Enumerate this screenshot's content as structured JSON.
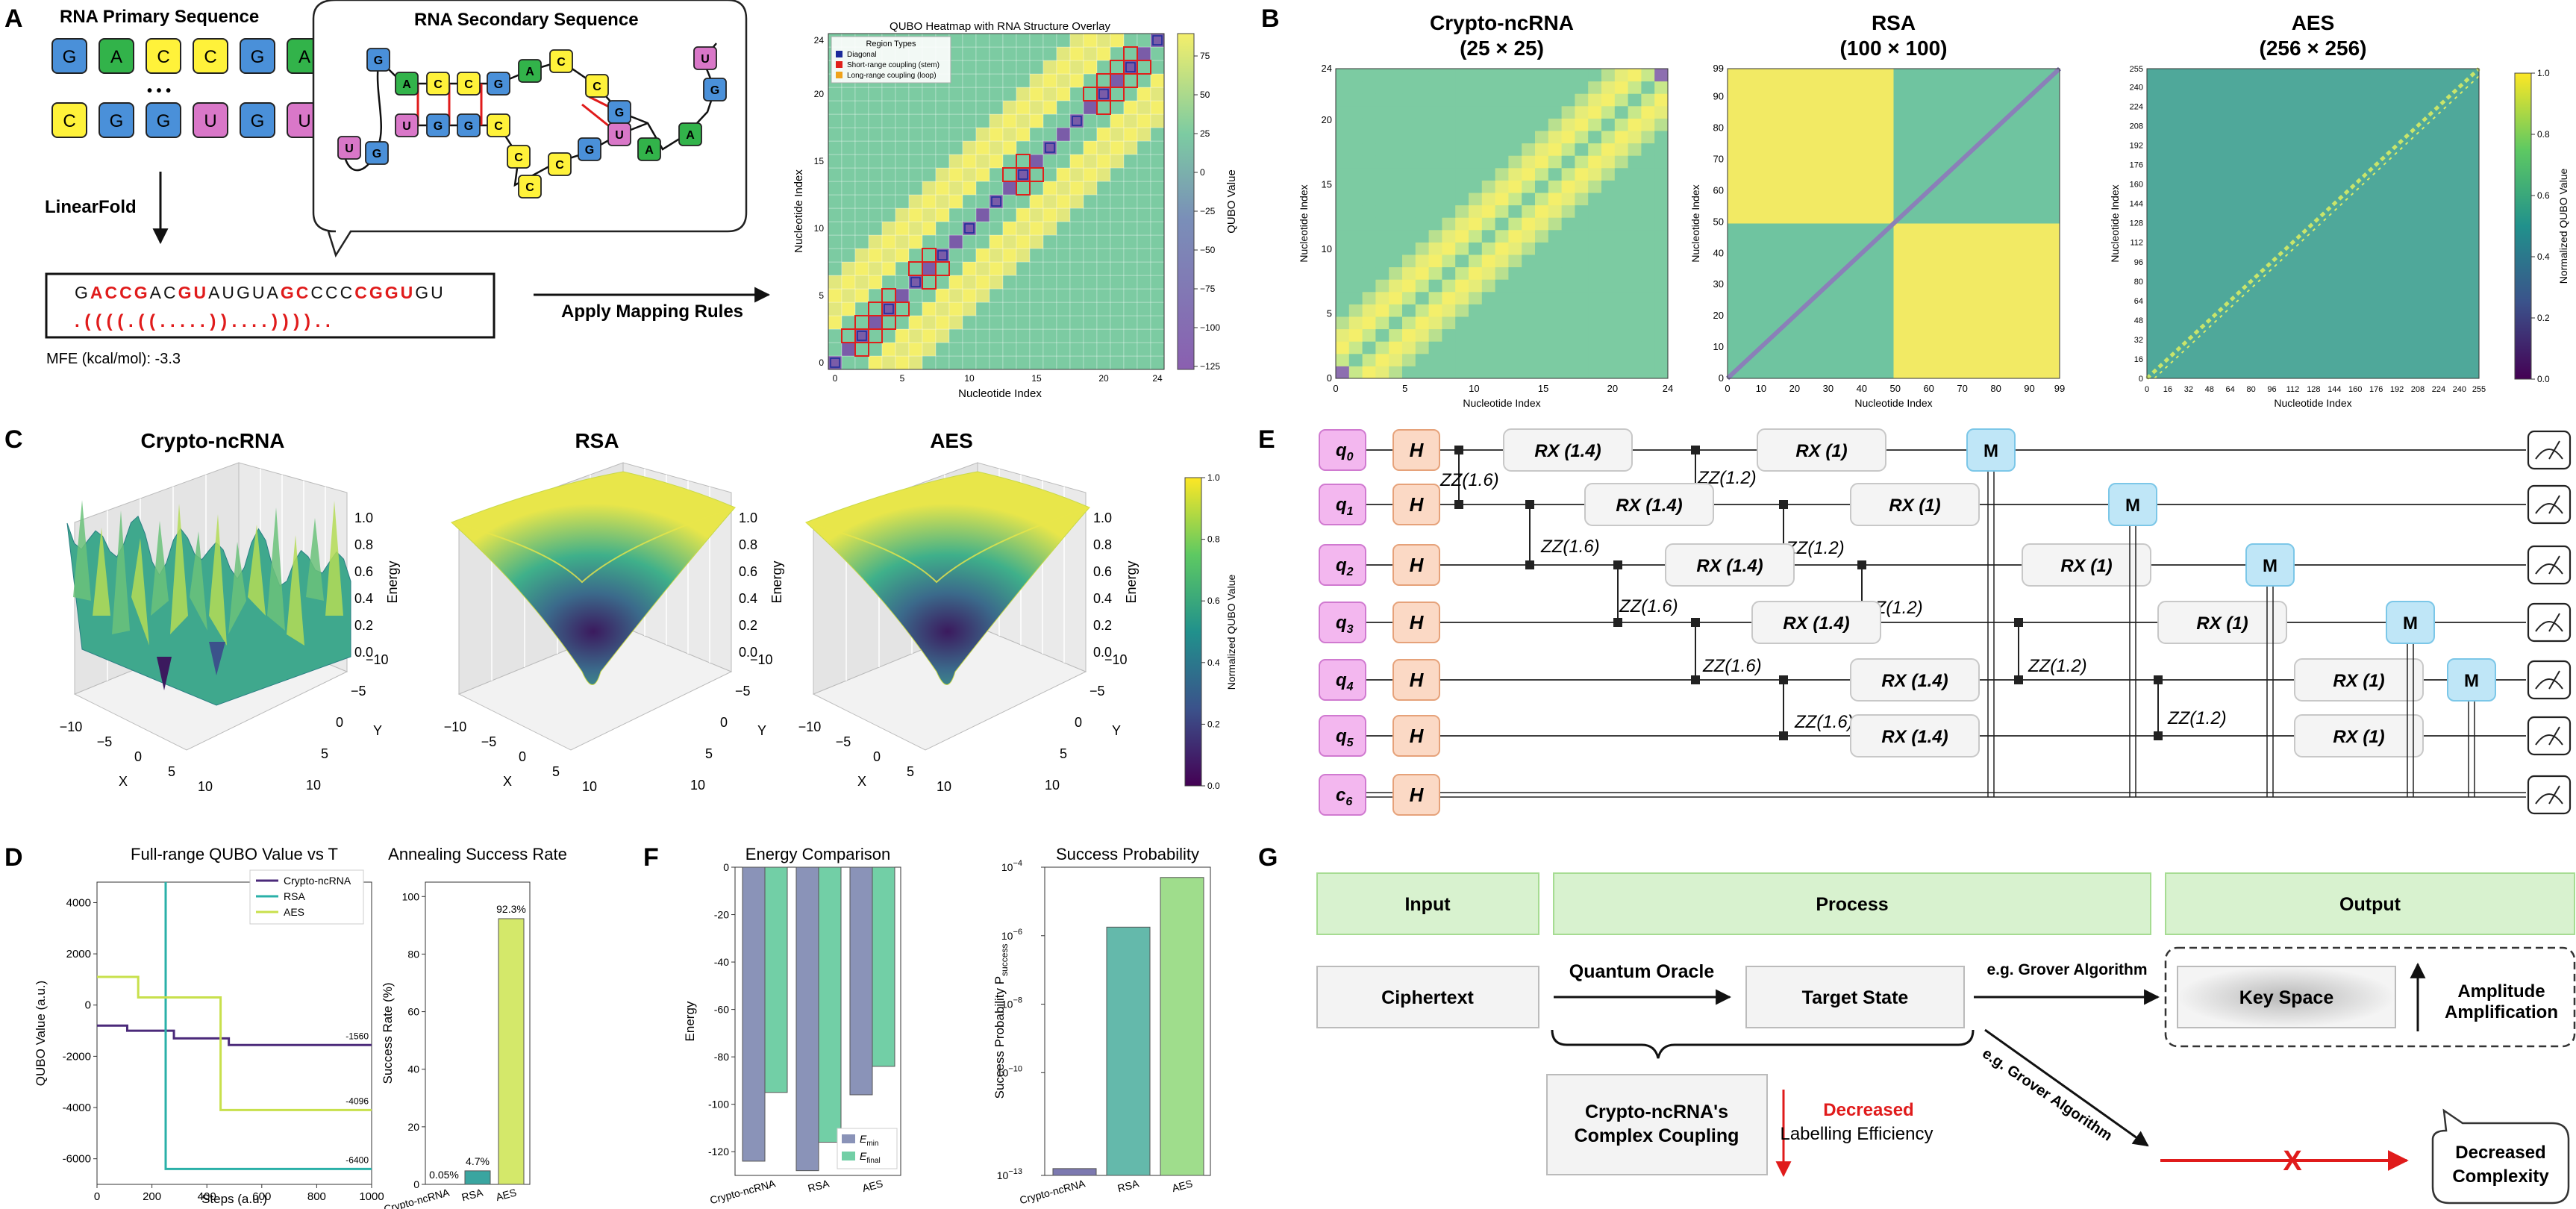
{
  "colors": {
    "viridis": [
      "#440154",
      "#3b528b",
      "#21918c",
      "#5ec962",
      "#fde725"
    ],
    "grid_green": "#7ccba2",
    "grid_yellow": "#f6ef6b",
    "grid_purple": "#8d6fb0"
  },
  "panel_labels": {
    "A": "A",
    "B": "B",
    "C": "C",
    "D": "D",
    "E": "E",
    "F": "F",
    "G": "G"
  },
  "panelA": {
    "primary_title": "RNA Primary Sequence",
    "row1": [
      "G",
      "A",
      "C",
      "C",
      "G",
      "A"
    ],
    "row2": [
      "C",
      "G",
      "G",
      "U",
      "G",
      "U"
    ],
    "ellipsis": "• • •",
    "linearfold": "LinearFold",
    "secondary_title": "RNA Secondary Sequence",
    "sequence": [
      {
        "t": "G",
        "r": false
      },
      {
        "t": "ACCG",
        "r": true
      },
      {
        "t": "AC",
        "r": false
      },
      {
        "t": "GU",
        "r": true
      },
      {
        "t": "AUGUA",
        "r": false
      },
      {
        "t": "GC",
        "r": true
      },
      {
        "t": "CCC",
        "r": false
      },
      {
        "t": "CGGU",
        "r": true
      },
      {
        "t": "GU",
        "r": false
      }
    ],
    "dotbracket": ". ( ( ( ( . ( ( . . . . . ) ) . . . . ) ) ) ) . .",
    "mfe": "MFE (kcal/mol): -3.3",
    "apply": "Apply Mapping Rules",
    "heatmap_title": "QUBO Heatmap with RNA Structure Overlay",
    "heatmap_xlabel": "Nucleotide Index",
    "heatmap_ylabel": "Nucleotide Index",
    "legend_title": "Region Types",
    "legend": [
      "Diagonal",
      "Short-range coupling (stem)",
      "Long-range coupling (loop)"
    ],
    "colorbar_label": "QUBO Value",
    "colorbar_ticks": [
      "75",
      "50",
      "25",
      "0",
      "−25",
      "−50",
      "−75",
      "−100",
      "−125"
    ],
    "ticks": [
      "0",
      "5",
      "10",
      "15",
      "20",
      "24"
    ]
  },
  "panelB": {
    "titles": [
      [
        "Crypto-ncRNA",
        "(25 × 25)"
      ],
      [
        "RSA",
        "(100 × 100)"
      ],
      [
        "AES",
        "(256 × 256)"
      ]
    ],
    "xlabel": "Nucleotide Index",
    "ylabel": "Nucleotide Index",
    "ticks_crypto": [
      "0",
      "5",
      "10",
      "15",
      "20",
      "24"
    ],
    "ticks_rsa": [
      "0",
      "10",
      "20",
      "30",
      "40",
      "50",
      "60",
      "70",
      "80",
      "90",
      "99"
    ],
    "ticks_aes": [
      "0",
      "16",
      "32",
      "48",
      "64",
      "80",
      "96",
      "112",
      "128",
      "144",
      "160",
      "176",
      "192",
      "208",
      "224",
      "240",
      "255"
    ],
    "colorbar_label": "Normalized QUBO Value",
    "colorbar_ticks": [
      "1.0",
      "0.8",
      "0.6",
      "0.4",
      "0.2",
      "0.0"
    ]
  },
  "panelC": {
    "titles": [
      "Crypto-ncRNA",
      "RSA",
      "AES"
    ],
    "xlabel": "X",
    "ylabel": "Y",
    "zlabel": "Energy",
    "xticks": [
      "−10",
      "−5",
      "0",
      "5",
      "10"
    ],
    "yticks": [
      "−10",
      "−5",
      "0",
      "5",
      "10"
    ],
    "zticks": [
      "0.0",
      "0.2",
      "0.4",
      "0.6",
      "0.8",
      "1.0"
    ],
    "colorbar_label": "Normalized QUBO Value",
    "colorbar_ticks": [
      "1.0",
      "0.8",
      "0.6",
      "0.4",
      "0.2",
      "0.0"
    ]
  },
  "chart_data": [
    {
      "type": "line",
      "title": "Full-range QUBO Value vs T",
      "xlabel": "Steps (a.u.)",
      "ylabel": "QUBO Value (a.u.)",
      "xlim": [
        0,
        1000
      ],
      "ylim": [
        -7000,
        4800
      ],
      "xticks": [
        0,
        200,
        400,
        600,
        800,
        1000
      ],
      "yticks": [
        -6000,
        -4000,
        -2000,
        0,
        2000,
        4000
      ],
      "series": [
        {
          "name": "Crypto-ncRNA",
          "color": "#4b2a7a",
          "points": [
            [
              0,
              -800
            ],
            [
              110,
              -800
            ],
            [
              110,
              -1000
            ],
            [
              280,
              -1000
            ],
            [
              280,
              -1300
            ],
            [
              480,
              -1300
            ],
            [
              480,
              -1560
            ],
            [
              1000,
              -1560
            ]
          ],
          "end_label": "-1560"
        },
        {
          "name": "RSA",
          "color": "#2ab0a8",
          "points": [
            [
              250,
              4800
            ],
            [
              250,
              -6400
            ],
            [
              1000,
              -6400
            ]
          ],
          "end_label": "-6400"
        },
        {
          "name": "AES",
          "color": "#c8e04c",
          "points": [
            [
              0,
              1100
            ],
            [
              150,
              1100
            ],
            [
              150,
              300
            ],
            [
              450,
              300
            ],
            [
              450,
              -4096
            ],
            [
              1000,
              -4096
            ]
          ],
          "end_label": "-4096"
        }
      ]
    },
    {
      "type": "bar",
      "title": "Annealing Success Rate",
      "ylabel": "Success Rate (%)",
      "categories": [
        "Crypto-ncRNA",
        "RSA",
        "AES"
      ],
      "values": [
        0.05,
        4.7,
        92.3
      ],
      "labels": [
        "0.05%",
        "4.7%",
        "92.3%"
      ],
      "colors": [
        "#5b4a8b",
        "#3aa5a0",
        "#d4e86a"
      ],
      "ylim": [
        0,
        105
      ],
      "yticks": [
        0,
        20,
        40,
        60,
        80,
        100
      ]
    },
    {
      "type": "bar",
      "title": "Energy Comparison",
      "ylabel": "Energy",
      "categories": [
        "Crypto-ncRNA",
        "RSA",
        "AES"
      ],
      "series": [
        {
          "name": "E_min",
          "values": [
            -124,
            -128,
            -96
          ],
          "color": "#8a93b8"
        },
        {
          "name": "E_final",
          "values": [
            -95,
            -116,
            -84
          ],
          "color": "#72cfa6"
        }
      ],
      "legend": [
        {
          "main": "E",
          "sub": "min"
        },
        {
          "main": "E",
          "sub": "final"
        }
      ],
      "ylim": [
        -130,
        0
      ],
      "yticks": [
        0,
        -20,
        -40,
        -60,
        -80,
        -100,
        -120
      ]
    },
    {
      "type": "bar",
      "title": "Success Probability",
      "ylabel": "Success Probability P",
      "ylabel_sub": "success",
      "categories": [
        "Crypto-ncRNA",
        "RSA",
        "AES"
      ],
      "values_log10": [
        -12.8,
        -5.75,
        -4.3
      ],
      "colors": [
        "#7c79b0",
        "#64b9ab",
        "#9fdd8c"
      ],
      "ylim_log10": [
        -13,
        -4
      ],
      "yticks": [
        {
          "b": "10",
          "e": "−4",
          "v": -4
        },
        {
          "b": "10",
          "e": "−6",
          "v": -6
        },
        {
          "b": "10",
          "e": "−8",
          "v": -8
        },
        {
          "b": "10",
          "e": "−10",
          "v": -10
        },
        {
          "b": "10",
          "e": "−13",
          "v": -13
        }
      ]
    }
  ],
  "panelE": {
    "qubits": [
      {
        "q": "q",
        "s": "0"
      },
      {
        "q": "q",
        "s": "1"
      },
      {
        "q": "q",
        "s": "2"
      },
      {
        "q": "q",
        "s": "3"
      },
      {
        "q": "q",
        "s": "4"
      },
      {
        "q": "q",
        "s": "5"
      },
      {
        "q": "c",
        "s": "6"
      }
    ],
    "h": "H",
    "m": "M",
    "gates": [
      "RX (1.4)",
      "RX (1)",
      "ZZ(1.6)",
      "ZZ(1.2)"
    ]
  },
  "panelG": {
    "input": "Input",
    "process": "Process",
    "output": "Output",
    "ciphertext": "Ciphertext",
    "oracle": "Quantum Oracle",
    "target": "Target State",
    "grover": "e.g. Grover Algorithm",
    "keyspace": "Key Space",
    "amplitude": [
      "Amplitude",
      "Amplification"
    ],
    "crypto": [
      "Crypto-ncRNA's",
      "Complex Coupling"
    ],
    "decreased_red": "Decreased",
    "labelling": "Labelling Efficiency",
    "cross": "X",
    "complexity": [
      "Decreased",
      "Complexity"
    ]
  }
}
